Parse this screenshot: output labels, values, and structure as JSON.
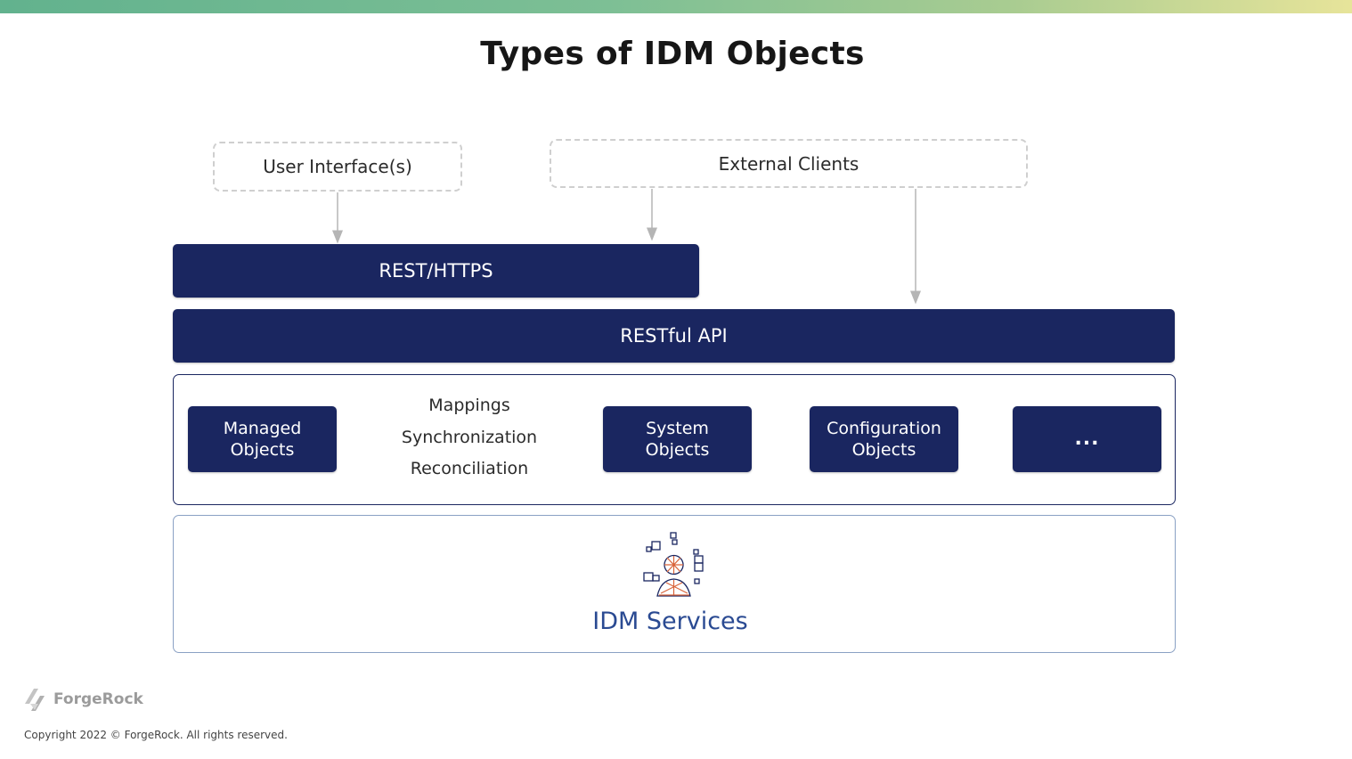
{
  "slide": {
    "title": "Types of IDM Objects"
  },
  "clients": {
    "ui_label": "User Interface(s)",
    "external_label": "External Clients"
  },
  "layers": {
    "rest_https": "REST/HTTPS",
    "restful_api": "RESTful API"
  },
  "objects": {
    "managed": [
      "Managed",
      "Objects"
    ],
    "system": [
      "System",
      "Objects"
    ],
    "configuration": [
      "Configuration",
      "Objects"
    ],
    "more": "..."
  },
  "operations": [
    "Mappings",
    "Synchronization",
    "Reconciliation"
  ],
  "services": {
    "label": "IDM Services",
    "icon": "services-people-icon"
  },
  "footer": {
    "brand": "ForgeRock",
    "copyright": "Copyright 2022 © ForgeRock.  All rights reserved."
  },
  "colors": {
    "navy": "#1a2660",
    "services_blue": "#2a4a92",
    "accent_orange": "#d9643a",
    "gradient_start": "#62b28e",
    "gradient_end": "#e7e49a"
  }
}
